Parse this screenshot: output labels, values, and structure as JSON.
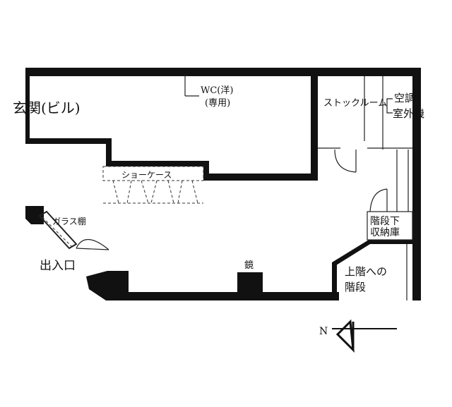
{
  "labels": {
    "entrance_building": "玄関(ビル)",
    "wc_line1": "WC(洋)",
    "wc_line2": "(専用)",
    "stock_room": "ストックルーム",
    "ac_line1": "空調",
    "ac_line2": "室外機",
    "showcase": "ショーケース",
    "glass_shelf": "ガラス棚",
    "doorway": "出入口",
    "mirror": "鏡",
    "under_stair_line1": "階段下",
    "under_stair_line2": "収納庫",
    "stairs_line1": "上階への",
    "stairs_line2": "階段",
    "north": "N"
  }
}
